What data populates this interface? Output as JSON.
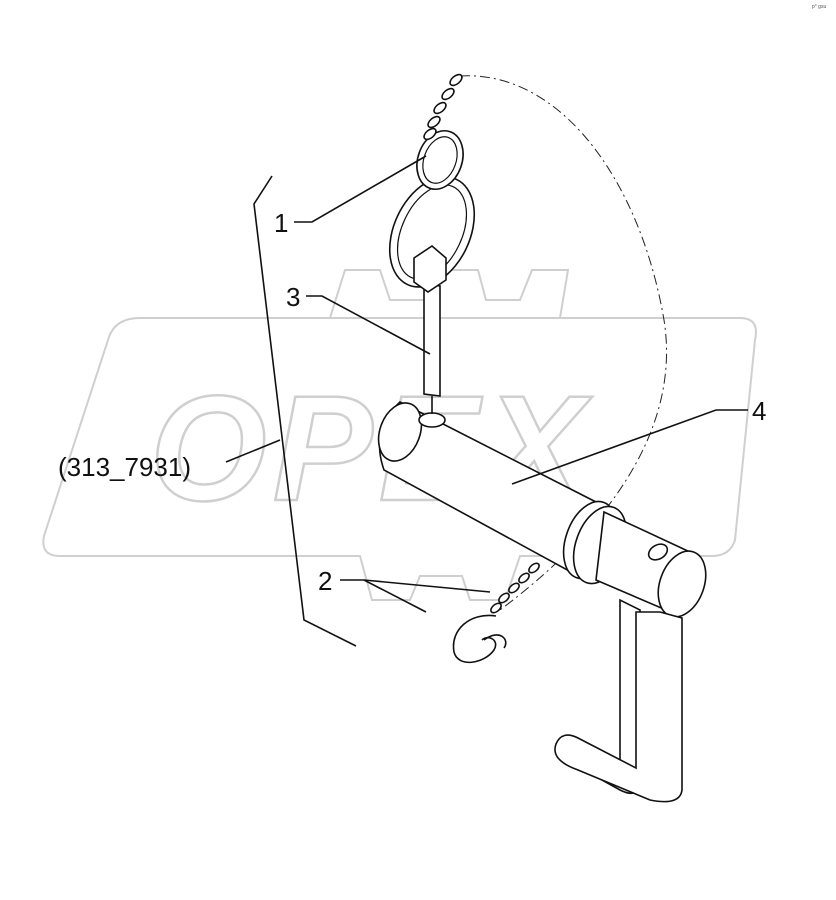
{
  "watermark": {
    "text": "OPEX"
  },
  "reference": {
    "label": "(313_7931)"
  },
  "callouts": [
    {
      "id": "1",
      "label": "1"
    },
    {
      "id": "2",
      "label": "2"
    },
    {
      "id": "3",
      "label": "3"
    },
    {
      "id": "4",
      "label": "4"
    }
  ],
  "corner_mark": {
    "text": "p° gsu"
  }
}
